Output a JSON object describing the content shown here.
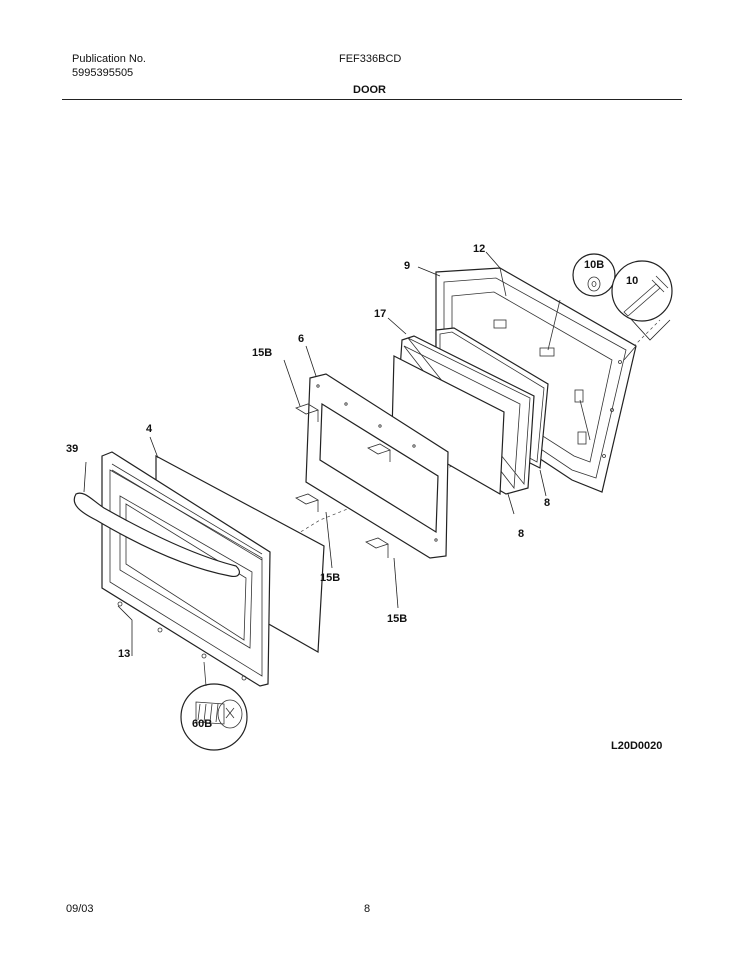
{
  "header": {
    "publication_label": "Publication No.",
    "publication_number": "5995395505",
    "model": "FEF336BCD",
    "section": "DOOR"
  },
  "diagram": {
    "code": "L20D0020",
    "callouts": {
      "c39": "39",
      "c4": "4",
      "c13": "13",
      "c60b": "60B",
      "c15b_top": "15B",
      "c6": "6",
      "c15b_mid": "15B",
      "c15b_bottom": "15B",
      "c17": "17",
      "c9": "9",
      "c12": "12",
      "c10b": "10B",
      "c10": "10",
      "c8_front": "8",
      "c8_back": "8"
    }
  },
  "footer": {
    "date": "09/03",
    "page": "8"
  }
}
